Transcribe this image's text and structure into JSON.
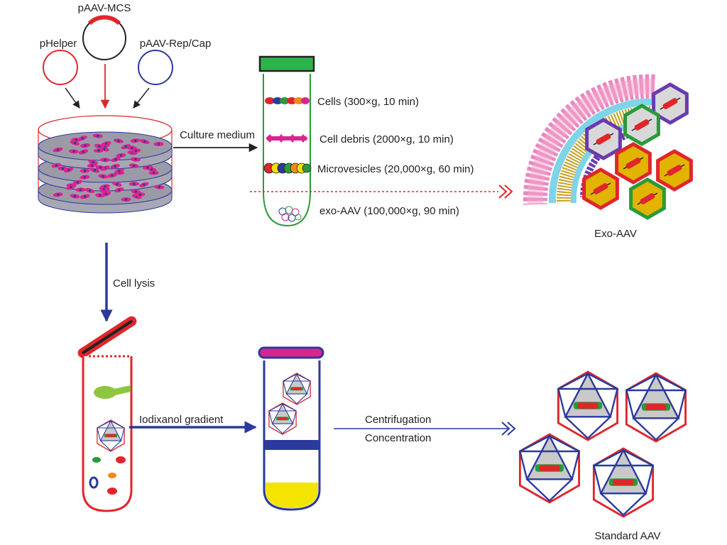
{
  "plasmids": {
    "mcs": "pAAV-MCS",
    "helper": "pHelper",
    "repcap": "pAAV-Rep/Cap"
  },
  "steps": {
    "culture_medium": "Culture medium",
    "cell_lysis": "Cell lysis",
    "iodixanol": "Iodixanol gradient",
    "centrifugation": "Centrifugation",
    "concentration": "Concentration"
  },
  "fractions": {
    "cells": "Cells (300×g, 10 min)",
    "debris": "Cell debris (2000×g, 10 min)",
    "microvesicles": "Microvesicles (20,000×g, 60 min)",
    "exo_aav": "exo-AAV (100,000×g, 90 min)"
  },
  "products": {
    "exo_aav": "Exo-AAV",
    "standard_aav": "Standard AAV"
  },
  "colors": {
    "red": "#e0262b",
    "blue": "#2b3a9c",
    "green": "#2a9a3a",
    "magenta": "#d9258e",
    "black": "#222222",
    "yellow": "#f4e500",
    "grey": "#c9c9c9"
  }
}
